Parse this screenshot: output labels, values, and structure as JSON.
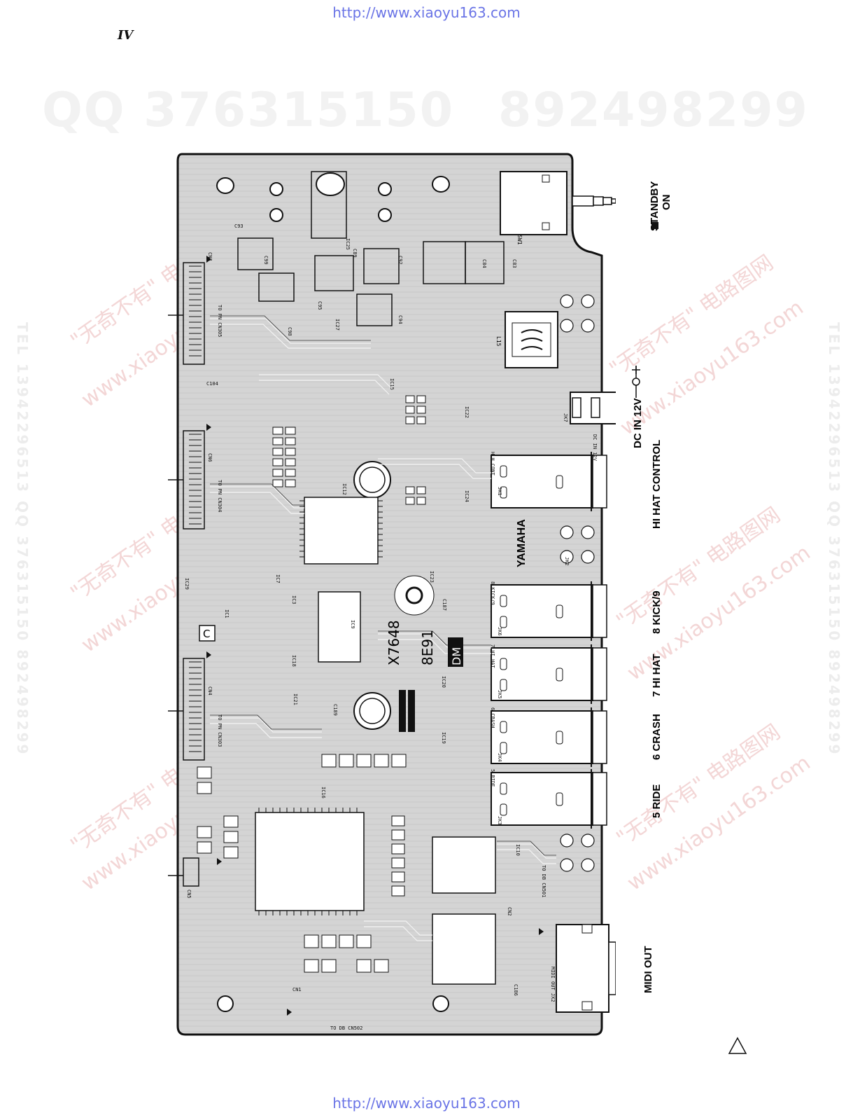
{
  "header": {
    "url_top": "http://www.xiaoyu163.com",
    "page_marker": "IV"
  },
  "footer": {
    "url_bottom": "http://www.xiaoyu163.com"
  },
  "watermarks": {
    "qq_left": "QQ 376315150",
    "qq_right": "892498299",
    "side_text": "TEL 13942296513  QQ 376315150  892498299",
    "diag_cn": "\"无奇不有\" 电路图网",
    "diag_site": "www.xiaoyu163.com",
    "tel_mid": "TEL 13",
    "num_mid": "892498299"
  },
  "board": {
    "brand": "YAMAHA",
    "code1": "X7648",
    "code2": "8E91",
    "code3": "DM",
    "mark_c": "C",
    "sw": "SW1",
    "transformer": "L15",
    "jacks": {
      "jk1": "JK1",
      "jk2": "JK2",
      "jk3": "JK3",
      "jk4": "JK4",
      "jk5": "JK5",
      "jk6": "JK6",
      "jk7": "JK7"
    },
    "pcb_labels": {
      "hh_cont": "H.H.CONT",
      "kick9": "8.KICK/9",
      "hihat": "7.HI HAT",
      "crash": "6.CRASH",
      "ride": "5.RIDE",
      "midi_out": "MIDI OUT JX2",
      "dc_in": "DC IN 12V",
      "to_pn_cn304": "TO PN CN304",
      "to_pn_cn303": "TO PN CN303",
      "to_pn_cn305": "TO PN CN305",
      "to_db_cn501": "TO DB CN501",
      "to_db_cn502": "TO DB CN502"
    },
    "connectors": {
      "cn3": "CN3",
      "cn4": "CN4",
      "cn5": "CN5",
      "cn6": "CN6",
      "cn1": "CN1",
      "cn2": "CN2"
    },
    "ics": {
      "ic1": "IC1",
      "ic9": "IC9",
      "ic10": "IC10",
      "ic12": "IC12",
      "ic16": "IC16",
      "ic25": "IC25",
      "ic27": "IC27",
      "ic3": "IC3",
      "ic7": "IC7",
      "ic15": "IC15",
      "ic22": "IC22",
      "ic24": "IC24",
      "ic23": "IC23",
      "ic29": "IC29",
      "ic18": "IC18",
      "ic19": "IC19",
      "ic20": "IC20",
      "ic21": "IC21"
    },
    "caps": {
      "c83": "C83",
      "c84": "C84",
      "c89": "C89",
      "c92": "C92",
      "c93": "C93",
      "c94": "C94",
      "c95": "C95",
      "c98": "C98",
      "c99": "C99",
      "c104": "C104",
      "c186": "C186",
      "c187": "C187",
      "c189": "C189"
    }
  },
  "labels": {
    "standby": "STANDBY",
    "on": "ON",
    "dc_in": "DC IN  12V",
    "hi_hat_control": "HI HAT CONTROL",
    "kick": "KICK/9",
    "hi_hat": "HI HAT",
    "crash": "CRASH",
    "ride": "RIDE",
    "midi_out": "MIDI OUT",
    "n5": "5",
    "n6": "6",
    "n7": "7",
    "n8": "8"
  },
  "colors": {
    "board_fill": "#d6d6d6",
    "trace": "#ffffff",
    "outline": "#111111",
    "url": "#6a74e6"
  }
}
